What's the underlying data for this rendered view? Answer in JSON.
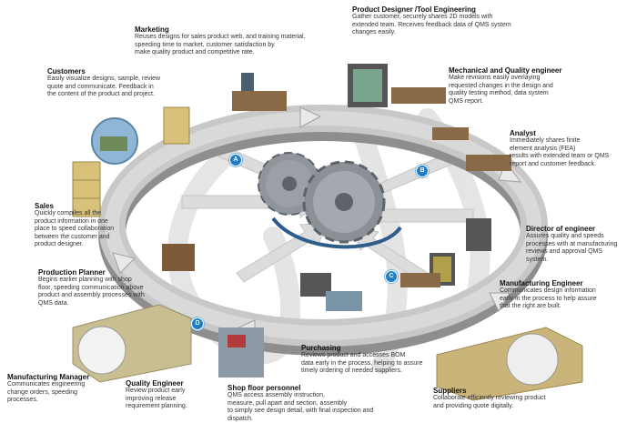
{
  "colors": {
    "ring_top": "#c9c9c9",
    "ring_side": "#9a9a9a",
    "ring_arrow": "#e6e6e6",
    "badge": "#1f7fc4",
    "gear": "#8f959b",
    "gear_dark": "#5d6368",
    "watermark": "#d8d8d8"
  },
  "badges": [
    "A",
    "B",
    "C",
    "D"
  ],
  "roles": [
    {
      "id": "marketing",
      "title": "Marketing",
      "desc": [
        "Reuses designs for sales product web, and training material,",
        "speeding time to market, customer satisfaction by",
        "make quality product and competitive rate."
      ]
    },
    {
      "id": "product-designer",
      "title": "Product Designer /Tool Engineering",
      "desc": [
        "Gather customer, securely shares 2D models with",
        "extended team. Receives feedback data of QMS system",
        "changes easily."
      ]
    },
    {
      "id": "customers",
      "title": "Customers",
      "desc": [
        "Easily visualize designs, sample, review",
        "quote and communicate. Feedback in",
        "the content of the product and project."
      ]
    },
    {
      "id": "mech-quality",
      "title": "Mechanical and Quality engineer",
      "desc": [
        "Make revisions easily overlaying",
        "requested changes in the design and",
        "quality testing method, data system",
        "QMS report."
      ]
    },
    {
      "id": "analyst",
      "title": "Analyst",
      "desc": [
        "Immediately shares finite",
        "element analysis (FEA)",
        "results with extended team or QMS",
        "report and customer feedback."
      ]
    },
    {
      "id": "sales",
      "title": "Sales",
      "desc": [
        "Quickly compiles all the",
        "product information in one",
        "place to speed collaboration",
        "between the  customer and",
        "product designer."
      ]
    },
    {
      "id": "director",
      "title": "Director of engineer",
      "desc": [
        "Assures quality and speeds",
        "processes with at  manufacturing",
        "reviews and approval QMS",
        "system."
      ]
    },
    {
      "id": "production-planner",
      "title": "Production Planner",
      "desc": [
        "Begins earlier planning with shop",
        "floor, speeding communication above",
        "product and assembly processes with",
        "QMS data."
      ]
    },
    {
      "id": "manufacturing-engineer",
      "title": "Manufacturing Engineer",
      "desc": [
        "Communicates design information",
        "early in the process to help assure",
        "that the right are built."
      ]
    },
    {
      "id": "purchasing",
      "title": "Purchasing",
      "desc": [
        "Reviews product and accesses BOM",
        "data early in the process, helping to assure",
        "timely ordering of needed suppliers."
      ]
    },
    {
      "id": "manufacturing-manager",
      "title": "Manufacturing Manager",
      "desc": [
        "Communicates engineering",
        "change orders, speeding",
        "processes."
      ]
    },
    {
      "id": "quality-engineer",
      "title": "Quality Engineer",
      "desc": [
        "Review product early",
        "improving release",
        "requirement planning."
      ]
    },
    {
      "id": "shop-floor",
      "title": "Shop floor personnel",
      "desc": [
        "QMS access assembly instruction,",
        "measure, pull apart and section, assembly",
        "to simply see design detail, with final inspection and",
        "dispatch."
      ]
    },
    {
      "id": "suppliers",
      "title": "Suppliers",
      "desc": [
        "Collaborate efficiently reviewing product",
        "and providing quote digitally."
      ]
    }
  ]
}
